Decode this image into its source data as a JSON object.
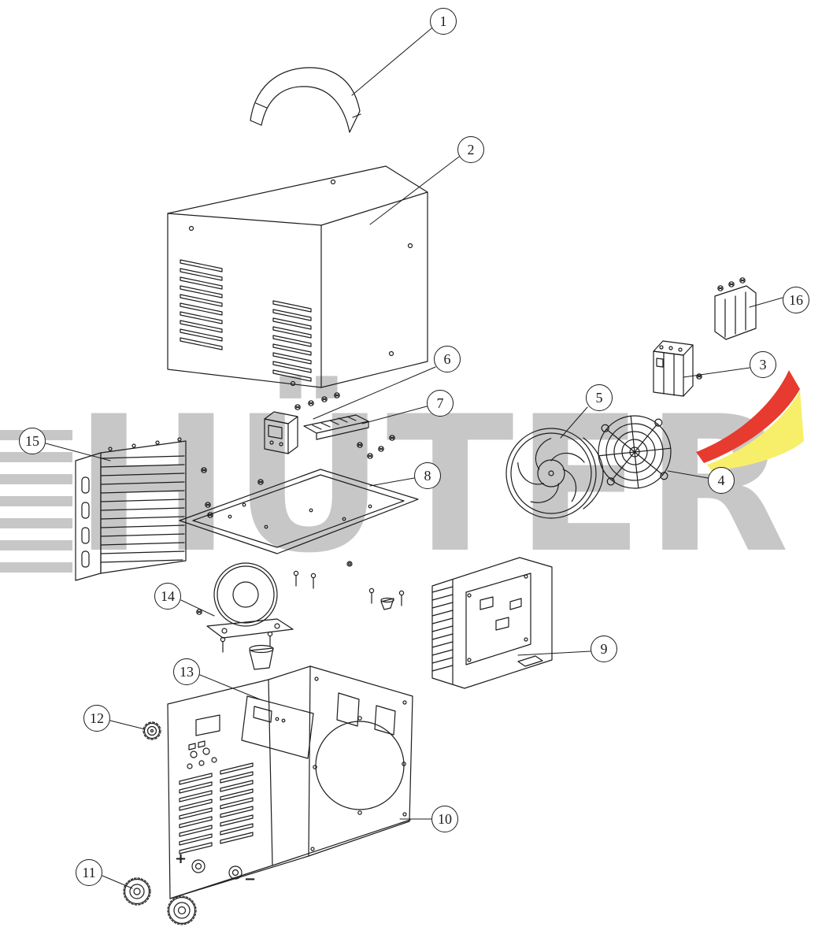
{
  "colors": {
    "ink": "#1c1c1c",
    "paper": "#ffffff",
    "watermark": "#c7c7c7",
    "logo-red": "#e63b2e",
    "logo-yellow": "#f7ef6a"
  },
  "watermark": {
    "text": "HÜTER"
  },
  "panel_symbols": {
    "plus": "+",
    "minus": "−"
  },
  "callouts": [
    "1",
    "2",
    "3",
    "4",
    "5",
    "6",
    "7",
    "8",
    "9",
    "10",
    "11",
    "12",
    "13",
    "14",
    "15",
    "16"
  ]
}
